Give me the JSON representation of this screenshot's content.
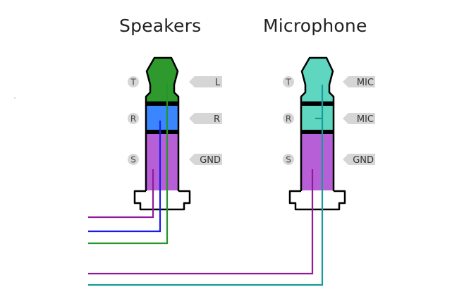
{
  "diagram": {
    "title": "TRS 3.5mm plug wiring: Speakers and Microphone",
    "colors": {
      "speaker_tip": "#2e9a2e",
      "speaker_ring": "#3a86ff",
      "sleeve": "#b75fd6",
      "mic_tip_ring": "#5fd6bf",
      "outline": "#000000",
      "label_bg": "#d6d6d6",
      "wire_green": "#23962a",
      "wire_blue": "#1a1aee",
      "wire_purple": "#8e1a9a",
      "wire_teal": "#1a9a9a"
    },
    "plugs": [
      {
        "name": "Speakers",
        "contacts": [
          {
            "pin": "T",
            "signal": "L",
            "color": "#2e9a2e"
          },
          {
            "pin": "R",
            "signal": "R",
            "color": "#3a86ff"
          },
          {
            "pin": "S",
            "signal": "GND",
            "color": "#b75fd6"
          }
        ]
      },
      {
        "name": "Microphone",
        "contacts": [
          {
            "pin": "T",
            "signal": "MIC",
            "color": "#5fd6bf"
          },
          {
            "pin": "R",
            "signal": "MIC",
            "color": "#5fd6bf"
          },
          {
            "pin": "S",
            "signal": "GND",
            "color": "#b75fd6"
          }
        ]
      }
    ],
    "wires": [
      {
        "from": "Speakers S",
        "color": "purple"
      },
      {
        "from": "Speakers R",
        "color": "blue"
      },
      {
        "from": "Speakers T",
        "color": "green"
      },
      {
        "from": "Microphone S",
        "color": "purple"
      },
      {
        "from": "Microphone T+R",
        "color": "teal"
      }
    ]
  }
}
